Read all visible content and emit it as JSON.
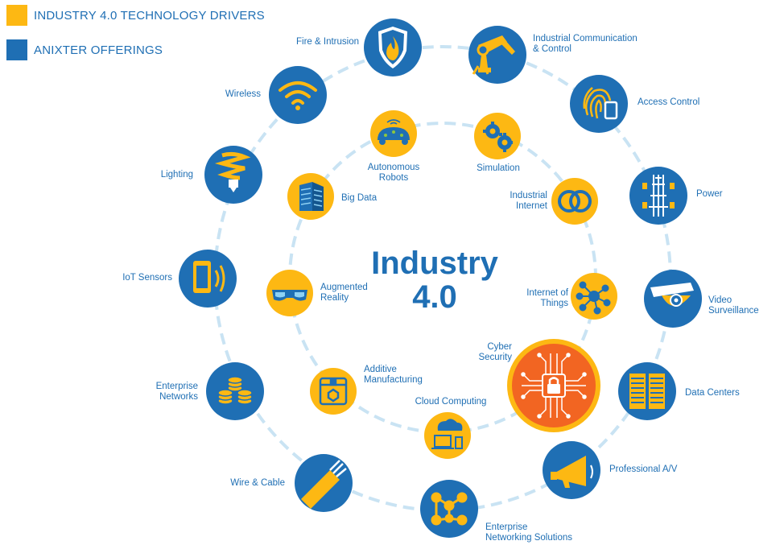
{
  "legend": {
    "drivers_label": "INDUSTRY 4.0 TECHNOLOGY DRIVERS",
    "offerings_label": "ANIXTER OFFERINGS",
    "drivers_color": "#fdb813",
    "offerings_color": "#1f6fb4"
  },
  "center": {
    "line1": "Industry",
    "line2": "4.0"
  },
  "colors": {
    "offering_fill": "#1f6fb4",
    "driver_fill": "#fdb813",
    "cyber_fill": "#f26522",
    "ring": "#c9e3f3"
  },
  "offerings": [
    {
      "label": "Fire & Intrusion",
      "icon": "fire-shield-icon"
    },
    {
      "label": "Industrial Communication\n& Control",
      "icon": "robot-arm-icon"
    },
    {
      "label": "Access Control",
      "icon": "fingerprint-icon"
    },
    {
      "label": "Power",
      "icon": "power-pylon-icon"
    },
    {
      "label": "Video Surveillance",
      "icon": "dome-camera-icon"
    },
    {
      "label": "Data Centers",
      "icon": "server-rack-icon"
    },
    {
      "label": "Professional A/V",
      "icon": "megaphone-icon"
    },
    {
      "label": "Enterprise\nNetworking Solutions",
      "icon": "network-nodes-icon"
    },
    {
      "label": "Wire & Cable",
      "icon": "cable-icon"
    },
    {
      "label": "Enterprise\nNetworks",
      "icon": "coin-stacks-icon"
    },
    {
      "label": "IoT Sensors",
      "icon": "phone-signal-icon"
    },
    {
      "label": "Lighting",
      "icon": "cfl-bulb-icon"
    },
    {
      "label": "Wireless",
      "icon": "wifi-icon"
    }
  ],
  "drivers": [
    {
      "label": "Autonomous\nRobots",
      "icon": "robot-vehicle-icon"
    },
    {
      "label": "Simulation",
      "icon": "gears-icon"
    },
    {
      "label": "Industrial\nInternet",
      "icon": "linked-rings-icon"
    },
    {
      "label": "Internet of\nThings",
      "icon": "hub-icon"
    },
    {
      "label": "Cyber\nSecurity",
      "icon": "circuit-lock-icon"
    },
    {
      "label": "Cloud Computing",
      "icon": "cloud-devices-icon"
    },
    {
      "label": "Additive\nManufacturing",
      "icon": "3d-printer-icon"
    },
    {
      "label": "Augmented\nReality",
      "icon": "ar-glasses-icon"
    },
    {
      "label": "Big Data",
      "icon": "data-building-icon"
    }
  ]
}
